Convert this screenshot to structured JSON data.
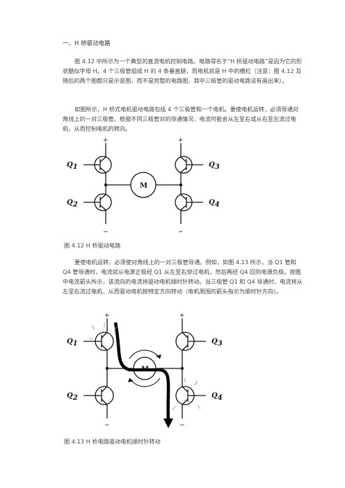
{
  "heading": "一、H 桥驱动电路",
  "paragraphs": [
    "图 4.12 中所示为一个典型的直流电机控制电路。电路得名于“H 桥驱动电路”是因为它的形状酷似字母 H。4 个三极管组成 H 的 4 条垂直腿，而电机就是 H 中的横杠（注意：图 4.12 及随后的两个图都只是示意图，而不是完整的电路图，其中三极管的驱动电路没有画出来）。",
    "如图所示，H 桥式电机驱动电路包括 4 个三极管和一个电机。要使电机运转，必须导通对角线上的一对三极管。根据不同三极管对的导通情况，电流可能会从左至右或从右至左流过电机，从而控制电机的转向。",
    "要使电机运转，必须使对角线上的一对三极管导通。例如，如图 4.13 所示，当 Q1 管和 Q4 管导通时，电流就从电源正极经 Q1 从左至右穿过电机，然后再经 Q4 回到电源负极。按图中电流箭头所示，该流向的电流将驱动电机顺时针转动。当三极管 Q1 和 Q4 导通时，电流将从左至右流过电机，从而驱动电机按特定方向转动（电机周围的箭头指示为顺时针方向）。"
  ],
  "figure1": {
    "caption": "图 4.12 H 桥驱动电路",
    "motor_label": "M",
    "transistors": [
      {
        "letter": "Q",
        "sub": "1"
      },
      {
        "letter": "Q",
        "sub": "2"
      },
      {
        "letter": "Q",
        "sub": "3"
      },
      {
        "letter": "Q",
        "sub": "4"
      }
    ],
    "plus": "+",
    "minus": "−"
  },
  "figure2": {
    "caption": "图 4.13 H 桥电路驱动电机顺时针转动",
    "motor_label": "M",
    "transistors": [
      {
        "letter": "Q",
        "sub": "1"
      },
      {
        "letter": "Q",
        "sub": "2"
      },
      {
        "letter": "Q",
        "sub": "3"
      },
      {
        "letter": "Q",
        "sub": "4"
      }
    ],
    "plus": "+",
    "minus": "−"
  }
}
